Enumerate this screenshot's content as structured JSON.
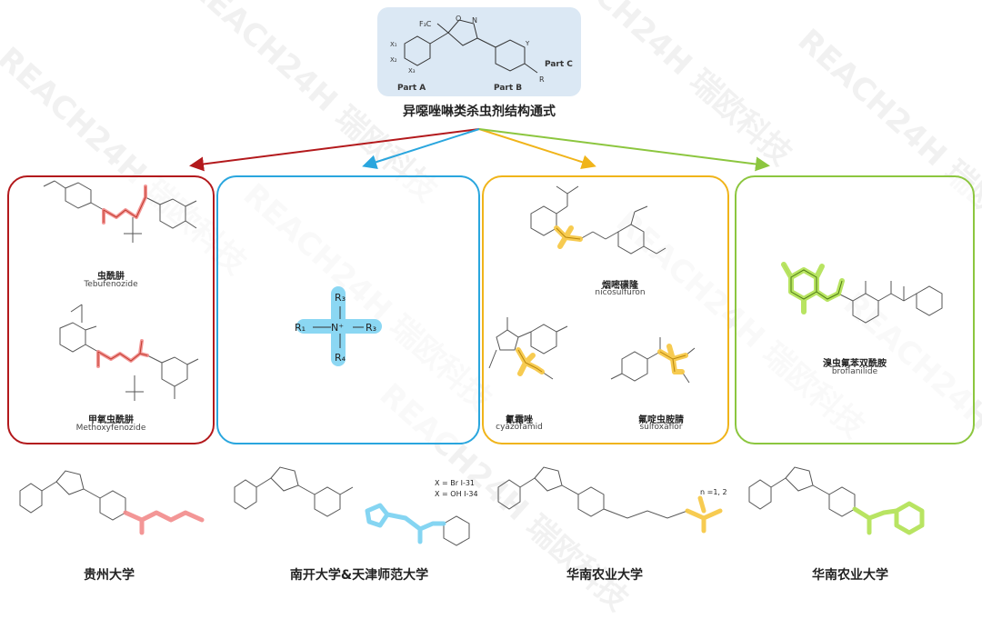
{
  "colors": {
    "red": "#b3191c",
    "blue": "#2aa6de",
    "yellow": "#f0b41a",
    "green": "#8cc63f",
    "core_bg": "#dbe8f4",
    "red_highlight": "#f28b8b",
    "blue_highlight": "#7fd3f2",
    "yellow_highlight": "#f7c948",
    "green_highlight": "#b5e35a"
  },
  "core": {
    "title": "异噁唑啉类杀虫剂结构通式",
    "part_a": "Part A",
    "part_b": "Part B",
    "part_c": "Part C",
    "cf3": "F₃C",
    "o": "O",
    "n": "N",
    "x1": "X₁",
    "x2": "X₂",
    "x3": "X₃",
    "y": "Y",
    "r": "R"
  },
  "panels": {
    "red": {
      "compound1_cn": "虫酰肼",
      "compound1_en": "Tebufenozide",
      "compound2_cn": "甲氧虫酰肼",
      "compound2_en": "Methoxyfenozide"
    },
    "blue": {
      "r1": "R₁",
      "r3_top": "R₃",
      "r3_right": "R₃",
      "r4": "R₄",
      "n_plus": "N⁺"
    },
    "yellow": {
      "compound1_cn": "烟嘧磺隆",
      "compound1_en": "nicosulfuron",
      "compound2_cn": "氰霜唑",
      "compound2_en": "cyazofamid",
      "compound3_cn": "氟啶虫胺腈",
      "compound3_en": "sulfoxaflor"
    },
    "green": {
      "compound1_cn": "溴虫氟苯双酰胺",
      "compound1_en": "broflanilide"
    }
  },
  "bottom": {
    "items": [
      {
        "label": "贵州大学"
      },
      {
        "label": "南开大学&天津师范大学",
        "note1": "X = Br I-31",
        "note2": "X = OH I-34"
      },
      {
        "label": "华南农业大学",
        "note1": "n =1, 2"
      },
      {
        "label": "华南农业大学"
      }
    ]
  },
  "watermark": "REACH24H 瑞欧科技"
}
